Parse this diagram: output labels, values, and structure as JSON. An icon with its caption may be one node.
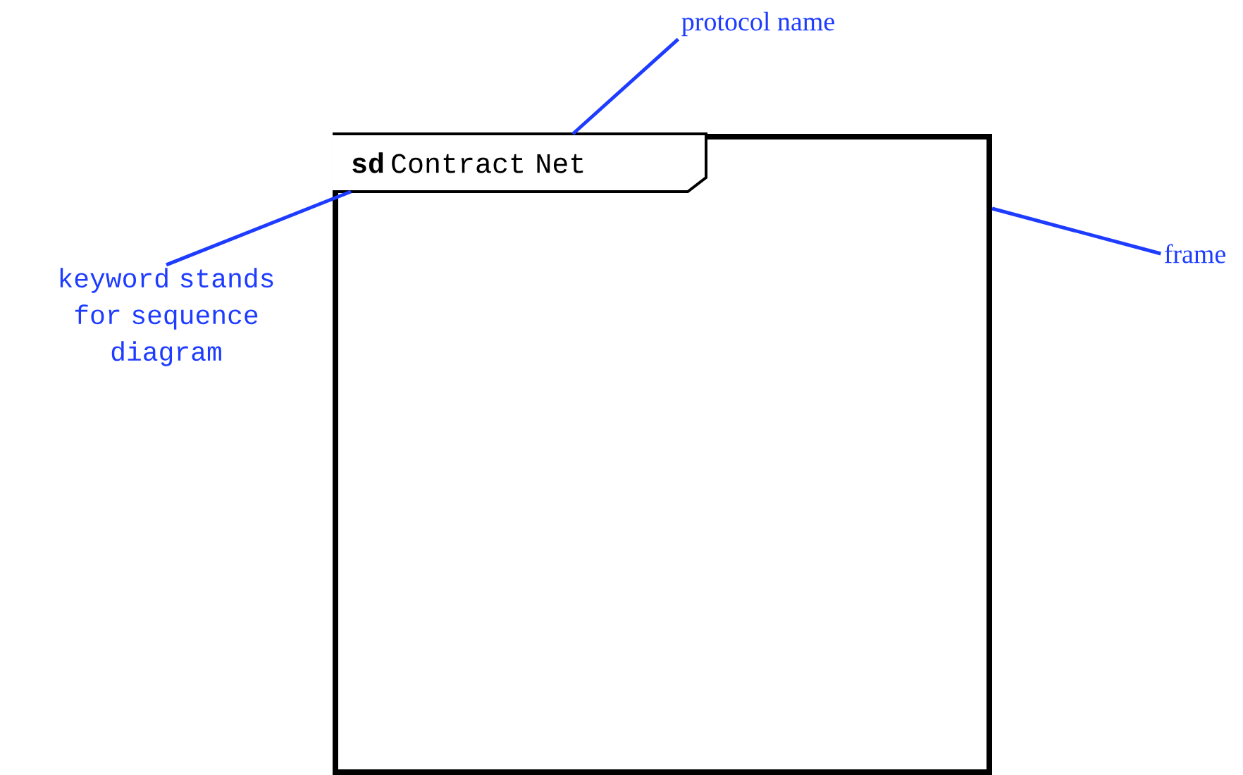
{
  "diagram": {
    "nodes": [
      {
        "text": [],
        "shape": "box"
      },
      {
        "text": [
          "sd",
          "Contract Net"
        ],
        "in": 0
      },
      {
        "text": [
          "protocol name"
        ]
      },
      {
        "text": [
          "keyword stands for sequence diagram"
        ]
      },
      {
        "text": [
          "frame"
        ]
      }
    ],
    "edges": [
      {
        "from": 2,
        "to": 1,
        "arrow": "none"
      },
      {
        "from": 3,
        "to": 1,
        "arrow": "none"
      },
      {
        "from": 4,
        "to": 0,
        "arrow": "none"
      }
    ]
  }
}
